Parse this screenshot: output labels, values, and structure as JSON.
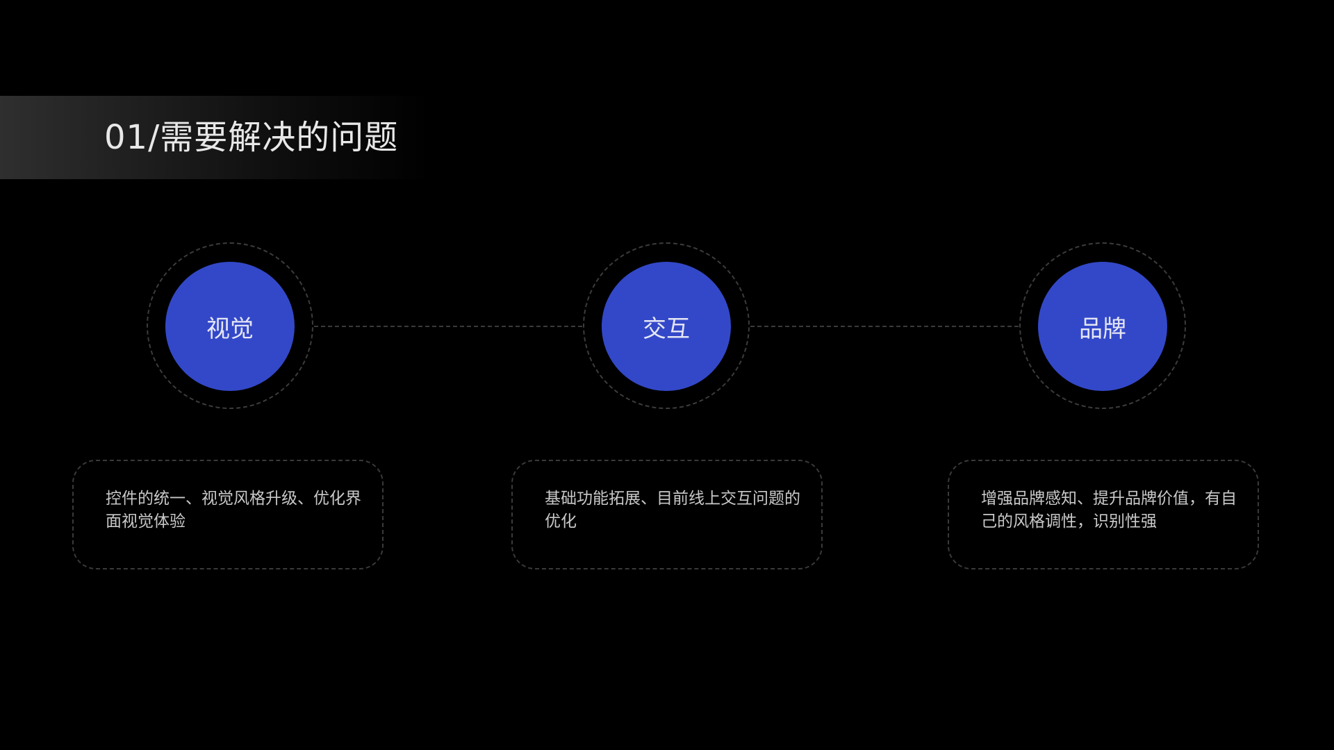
{
  "title": "01/需要解决的问题",
  "colors": {
    "background": "#000000",
    "node_fill": "#3348c8",
    "node_text": "#e4e6f5",
    "dashed_line": "#3a3a3a",
    "desc_text": "#c9c9c9"
  },
  "nodes": [
    {
      "label": "视觉",
      "description": "控件的统一、视觉风格升级、优化界面视觉体验"
    },
    {
      "label": "交互",
      "description": "基础功能拓展、目前线上交互问题的优化"
    },
    {
      "label": "品牌",
      "description": "增强品牌感知、提升品牌价值，有自己的风格调性，识别性强"
    }
  ]
}
